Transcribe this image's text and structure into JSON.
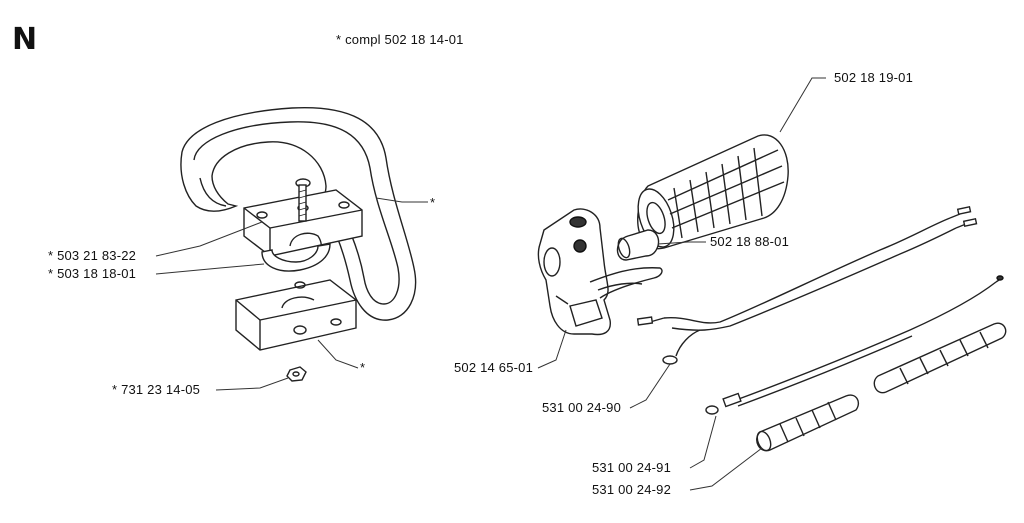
{
  "section_letter": "N",
  "header_note": "*  compl 502 18 14-01",
  "labels": {
    "throttle_grip_cover": "502 18 19-01",
    "handle_asterisk": "*",
    "spacer": "502 18 88-01",
    "clamp_upper": "*  503 21 83-22",
    "clamp_strap": "*  503 18 18-01",
    "throttle_housing": "502 14 65-01",
    "clamp_lower_asterisk": "*",
    "nut": "*  731 23 14-05",
    "wiring_harness": "531 00 24-90",
    "throttle_cable": "531 00 24-91",
    "cable_sleeve": "531 00 24-92"
  }
}
